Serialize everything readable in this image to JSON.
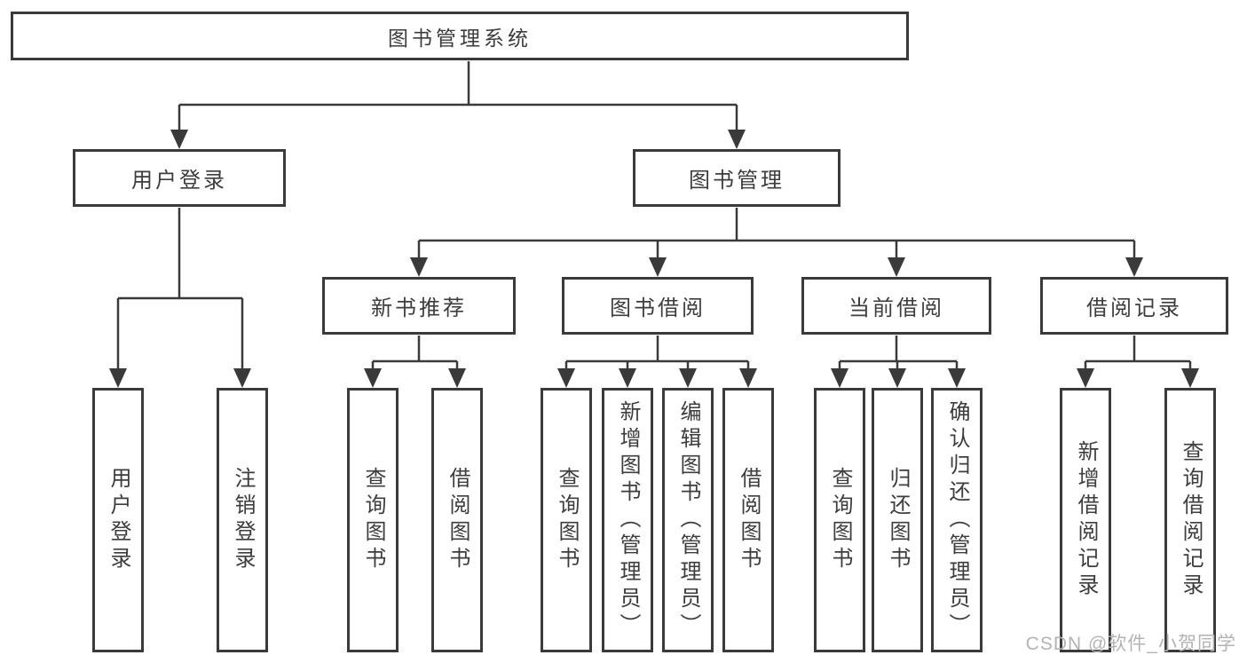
{
  "diagram": {
    "title": "图书管理系统",
    "level1": [
      {
        "label": "用户登录"
      },
      {
        "label": "图书管理"
      }
    ],
    "level2": [
      {
        "label": "新书推荐"
      },
      {
        "label": "图书借阅"
      },
      {
        "label": "当前借阅"
      },
      {
        "label": "借阅记录"
      }
    ],
    "leaves": [
      {
        "label": "用户登录"
      },
      {
        "label": "注销登录"
      },
      {
        "label": "查询图书"
      },
      {
        "label": "借阅图书"
      },
      {
        "label": "查询图书"
      },
      {
        "label": "新增图书（管理员）"
      },
      {
        "label": "编辑图书（管理员）"
      },
      {
        "label": "借阅图书"
      },
      {
        "label": "查询图书"
      },
      {
        "label": "归还图书"
      },
      {
        "label": "确认归还（管理员）"
      },
      {
        "label": "新增借阅记录"
      },
      {
        "label": "查询借阅记录"
      }
    ]
  },
  "watermark": "CSDN @软件_小贺同学",
  "colors": {
    "line": "#3a3a3a",
    "text": "#3d3d3d",
    "watermark": "#b3b3b3",
    "background": "#ffffff"
  }
}
